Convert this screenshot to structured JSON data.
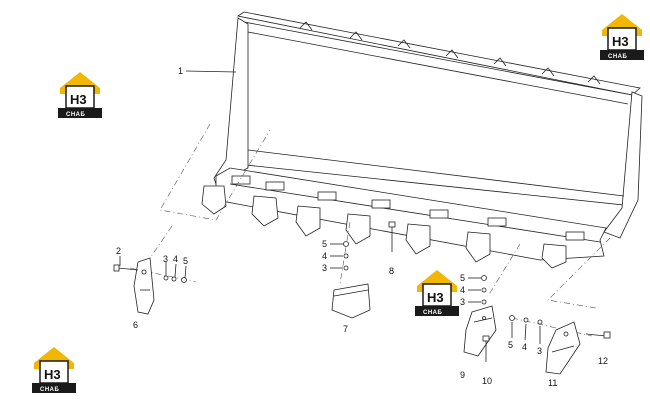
{
  "logo": {
    "mark": "H3",
    "text": "СНАБ",
    "house_color": "#f2b705",
    "dark_color": "#1a1a1a"
  },
  "callouts": [
    {
      "id": "1",
      "text": "1"
    },
    {
      "id": "2",
      "text": "2"
    },
    {
      "id": "3a",
      "text": "3"
    },
    {
      "id": "4a",
      "text": "4"
    },
    {
      "id": "5a",
      "text": "5"
    },
    {
      "id": "6",
      "text": "6"
    },
    {
      "id": "5b",
      "text": "5"
    },
    {
      "id": "4b",
      "text": "4"
    },
    {
      "id": "3b",
      "text": "3"
    },
    {
      "id": "8",
      "text": "8"
    },
    {
      "id": "7",
      "text": "7"
    },
    {
      "id": "5c",
      "text": "5"
    },
    {
      "id": "4c",
      "text": "4"
    },
    {
      "id": "3c",
      "text": "3"
    },
    {
      "id": "9",
      "text": "9"
    },
    {
      "id": "10",
      "text": "10"
    },
    {
      "id": "5d",
      "text": "5"
    },
    {
      "id": "4d",
      "text": "4"
    },
    {
      "id": "3d",
      "text": "3"
    },
    {
      "id": "11",
      "text": "11"
    },
    {
      "id": "12",
      "text": "12"
    }
  ]
}
